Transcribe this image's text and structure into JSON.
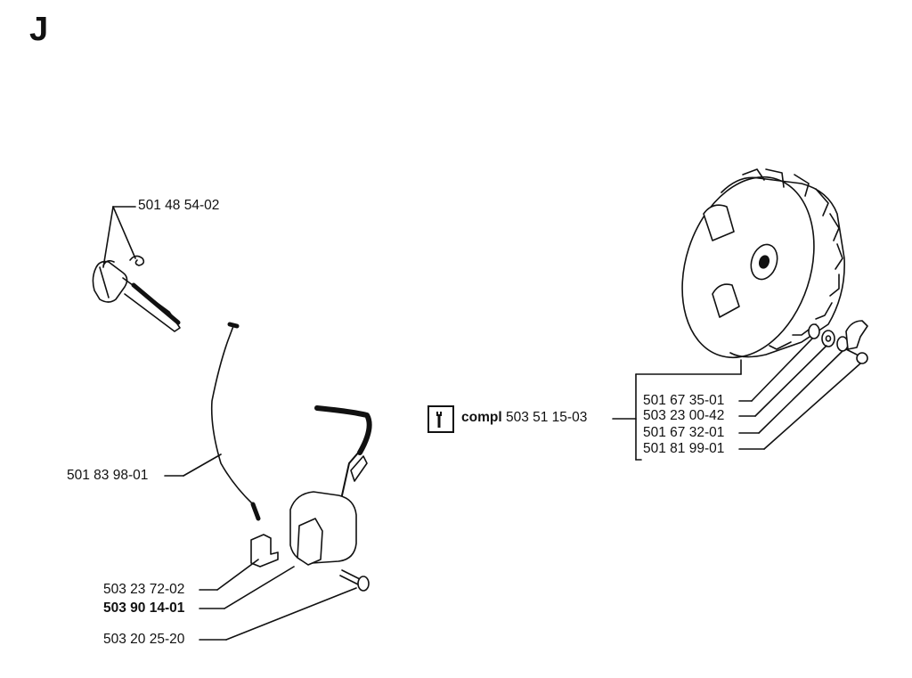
{
  "page_letter": "J",
  "parts": {
    "spark_plug_cap": "501 48 54-02",
    "ignition_lead": "501 83 98-01",
    "spacer": "503 23 72-02",
    "ignition_module": "503 90 14-01",
    "screw": "503 20 25-20",
    "flywheel_washer": "501 67 35-01",
    "flywheel_nut": "503 23 00-42",
    "starter_pawl": "501 67 32-01",
    "pawl_screw": "501 81 99-01"
  },
  "kit": {
    "prefix": "compl",
    "number": "503 51 15-03",
    "icon": "wrench-icon"
  }
}
